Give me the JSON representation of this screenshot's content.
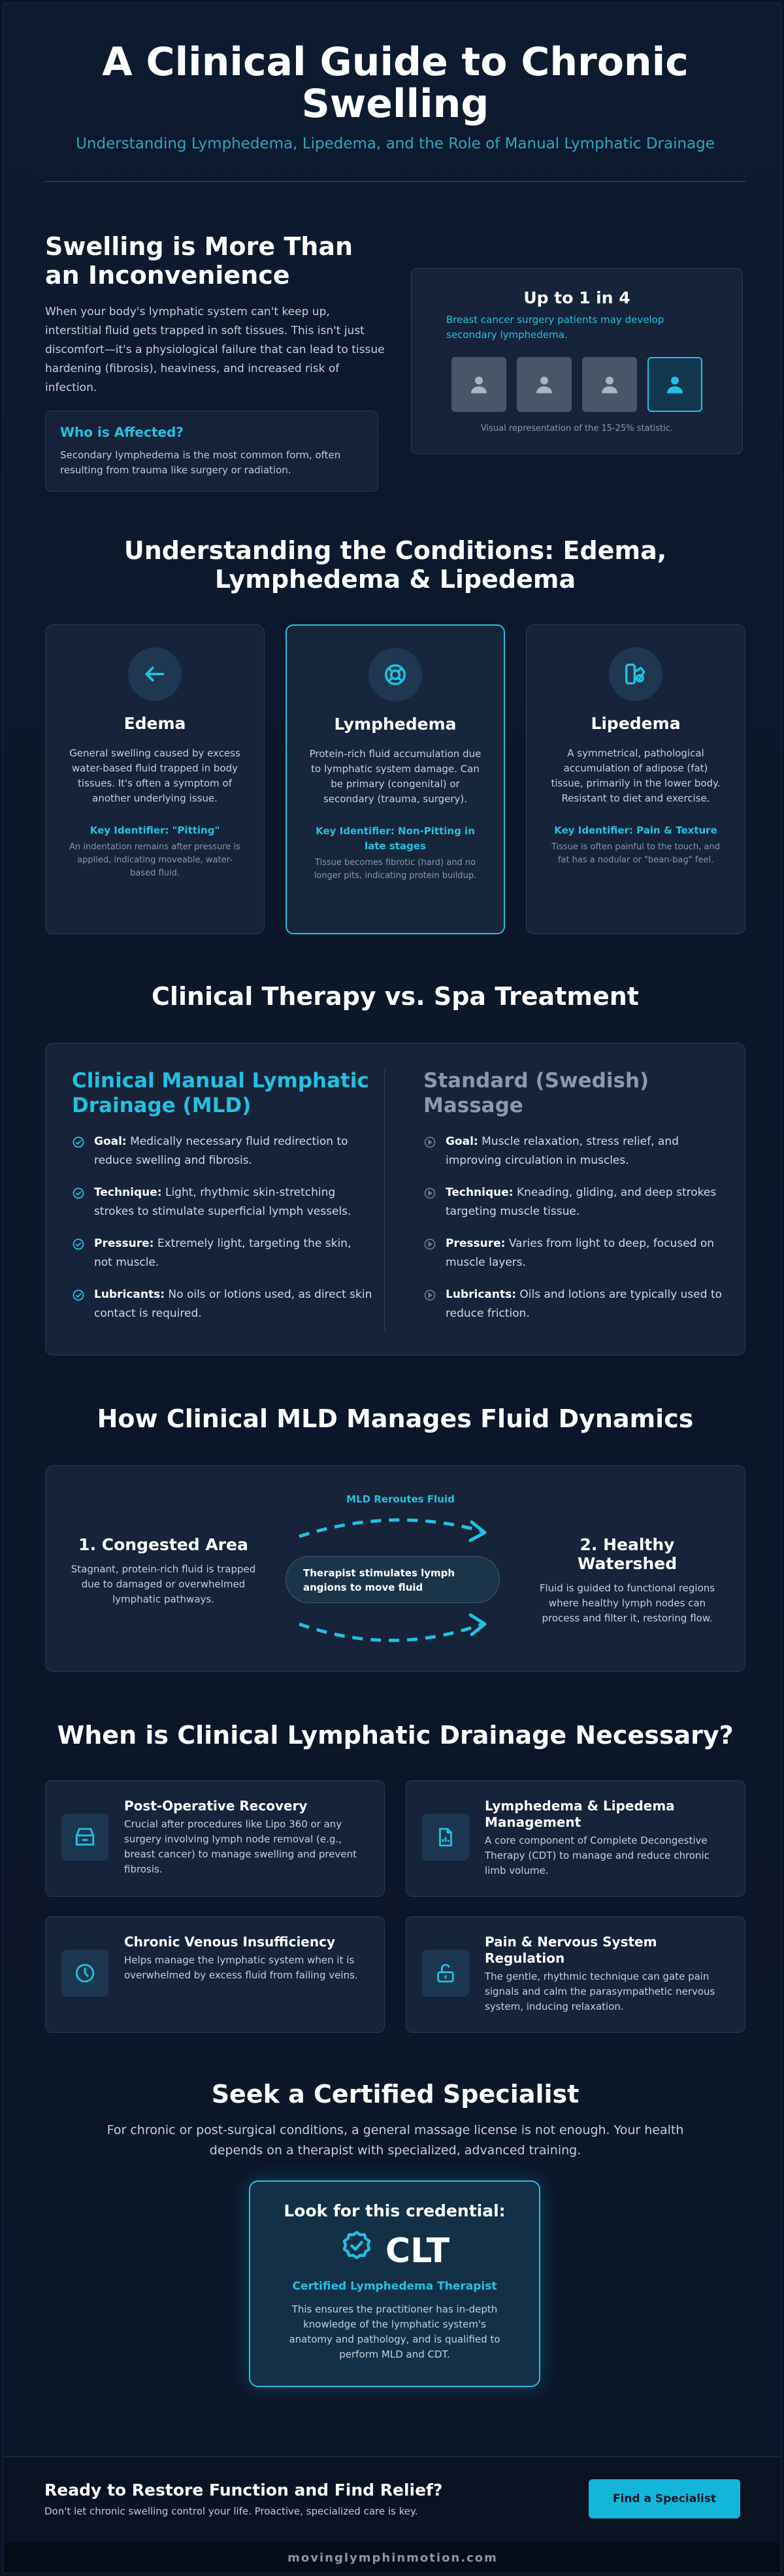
{
  "header": {
    "title": "A Clinical Guide to Chronic Swelling",
    "subtitle": "Understanding Lymphedema, Lipedema, and the Role of Manual Lymphatic Drainage"
  },
  "intro": {
    "heading": "Swelling is More Than an Inconvenience",
    "body": "When your body's lymphatic system can't keep up, interstitial fluid gets trapped in soft tissues. This isn't just discomfort—it's a physiological failure that can lead to tissue hardening (fibrosis), heaviness, and increased risk of infection.",
    "who_title": "Who is Affected?",
    "who_body": "Secondary lymphedema is the most common form, often resulting from trauma like surgery or radiation.",
    "stat_title": "Up to 1 in 4",
    "stat_highlight": "Breast cancer surgery patients may develop secondary lymphedema.",
    "stat_caption": "Visual representation of the 15-25% statistic.",
    "stat_highlighted_of": 4,
    "stat_highlighted_count": 1
  },
  "conditions": {
    "heading": "Understanding the Conditions: Edema, Lymphedema & Lipedema",
    "cards": [
      {
        "icon": "arrow-left-icon",
        "title": "Edema",
        "desc": "General swelling caused by excess water-based fluid trapped in body tissues. It's often a symptom of another underlying issue.",
        "key": "Key Identifier: \"Pitting\"",
        "note": "An indentation remains after pressure is applied, indicating moveable, water-based fluid."
      },
      {
        "icon": "lifebuoy-icon",
        "title": "Lymphedema",
        "desc": "Protein-rich fluid accumulation due to lymphatic system damage. Can be primary (congenital) or secondary (trauma, surgery).",
        "key": "Key Identifier: Non-Pitting in late stages",
        "note": "Tissue becomes fibrotic (hard) and no longer pits, indicating protein buildup."
      },
      {
        "icon": "shapes-icon",
        "title": "Lipedema",
        "desc": "A symmetrical, pathological accumulation of adipose (fat) tissue, primarily in the lower body. Resistant to diet and exercise.",
        "key": "Key Identifier: Pain & Texture",
        "note": "Tissue is often painful to the touch, and fat has a nodular or \"bean-bag\" feel."
      }
    ]
  },
  "therapy": {
    "heading": "Clinical Therapy vs. Spa Treatment",
    "left_title": "Clinical Manual Lymphatic Drainage (MLD)",
    "left_items": [
      {
        "label": "Goal:",
        "text": " Medically necessary fluid redirection to reduce swelling and fibrosis."
      },
      {
        "label": "Technique:",
        "text": " Light, rhythmic skin-stretching strokes to stimulate superficial lymph vessels."
      },
      {
        "label": "Pressure:",
        "text": " Extremely light, targeting the skin, not muscle."
      },
      {
        "label": "Lubricants:",
        "text": " No oils or lotions used, as direct skin contact is required."
      }
    ],
    "right_title": "Standard (Swedish) Massage",
    "right_items": [
      {
        "label": "Goal:",
        "text": " Muscle relaxation, stress relief, and improving circulation in muscles."
      },
      {
        "label": "Technique:",
        "text": " Kneading, gliding, and deep strokes targeting muscle tissue."
      },
      {
        "label": "Pressure:",
        "text": " Varies from light to deep, focused on muscle layers."
      },
      {
        "label": "Lubricants:",
        "text": " Oils and lotions are typically used to reduce friction."
      }
    ]
  },
  "dynamics": {
    "heading": "How Clinical MLD Manages Fluid Dynamics",
    "left_title": "1. Congested Area",
    "left_text": "Stagnant, protein-rich fluid is trapped due to damaged or overwhelmed lymphatic pathways.",
    "arrow_label": "MLD Reroutes Fluid",
    "pill": "Therapist stimulates lymph angions to move fluid",
    "right_title": "2. Healthy Watershed",
    "right_text": "Fluid is guided to functional regions where healthy lymph nodes can process and filter it, restoring flow."
  },
  "necessary": {
    "heading": "When is Clinical Lymphatic Drainage Necessary?",
    "items": [
      {
        "icon": "cabinet-icon",
        "title": "Post-Operative Recovery",
        "text": "Crucial after procedures like Lipo 360 or any surgery involving lymph node removal (e.g., breast cancer) to manage swelling and prevent fibrosis."
      },
      {
        "icon": "chart-file-icon",
        "title": "Lymphedema & Lipedema Management",
        "text": "A core component of Complete Decongestive Therapy (CDT) to manage and reduce chronic limb volume."
      },
      {
        "icon": "clock-icon",
        "title": "Chronic Venous Insufficiency",
        "text": "Helps manage the lymphatic system when it is overwhelmed by excess fluid from failing veins."
      },
      {
        "icon": "unlock-icon",
        "title": "Pain & Nervous System Regulation",
        "text": "The gentle, rhythmic technique can gate pain signals and calm the parasympathetic nervous system, inducing relaxation."
      }
    ]
  },
  "specialist": {
    "heading": "Seek a Certified Specialist",
    "lead": "For chronic or post-surgical conditions, a general massage license is not enough. Your health depends on a therapist with specialized, advanced training.",
    "cred_title": "Look for this credential:",
    "cred_abbr": "CLT",
    "cred_full": "Certified Lymphedema Therapist",
    "cred_text": "This ensures the practitioner has in-depth knowledge of the lymphatic system's anatomy and pathology, and is qualified to perform MLD and CDT."
  },
  "cta": {
    "title": "Ready to Restore Function and Find Relief?",
    "text": "Don't let chronic swelling control your life. Proactive, specialized care is key.",
    "button": "Find a Specialist"
  },
  "footer": {
    "site": "movinglymphinmotion.com"
  },
  "colors": {
    "accent": "#22c1e2",
    "background": "#0b1426",
    "card": "#172338",
    "muted": "#8d98a8"
  }
}
